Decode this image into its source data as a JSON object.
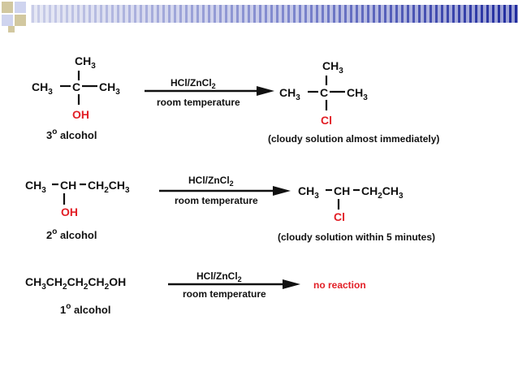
{
  "colors": {
    "text": "#111111",
    "highlight": "#e21f26",
    "banner_light": "#c9cde8",
    "banner_dark": "#1f2a9e",
    "square_tan": "#d2c8a0",
    "square_blue": "#cfd4ef"
  },
  "reactions": [
    {
      "reactant": {
        "top": "CH",
        "top_sub": "3",
        "left": "CH",
        "left_sub": "3",
        "center": "C",
        "right": "CH",
        "right_sub": "3",
        "group": "OH"
      },
      "class": {
        "number": "3",
        "degree": "o",
        "word": " alcohol"
      },
      "reagent": {
        "main": "HCl/ZnCl",
        "sub": "2"
      },
      "condition": "room temperature",
      "product": {
        "top": "CH",
        "top_sub": "3",
        "left": "CH",
        "left_sub": "3",
        "center": "C",
        "right": "CH",
        "right_sub": "3",
        "group": "Cl"
      },
      "observation": "(cloudy solution almost immediately)"
    },
    {
      "reactant": {
        "left": "CH",
        "left_sub": "3",
        "center": "CH",
        "right_a": "CH",
        "right_a_sub": "2",
        "right_b": "CH",
        "right_b_sub": "3",
        "group": "OH"
      },
      "class": {
        "number": "2",
        "degree": "o",
        "word": " alcohol"
      },
      "reagent": {
        "main": "HCl/ZnCl",
        "sub": "2"
      },
      "condition": "room temperature",
      "product": {
        "left": "CH",
        "left_sub": "3",
        "center": "CH",
        "right_a": "CH",
        "right_a_sub": "2",
        "right_b": "CH",
        "right_b_sub": "3",
        "group": "Cl"
      },
      "observation": "(cloudy solution within 5 minutes)"
    },
    {
      "reactant": {
        "parts": [
          "CH",
          "3",
          "CH",
          "2",
          "CH",
          "2",
          "CH",
          "2",
          "OH"
        ]
      },
      "class": {
        "number": "1",
        "degree": "o",
        "word": " alcohol"
      },
      "reagent": {
        "main": "HCl/ZnCl",
        "sub": "2"
      },
      "condition": "room temperature",
      "result": "no reaction"
    }
  ]
}
